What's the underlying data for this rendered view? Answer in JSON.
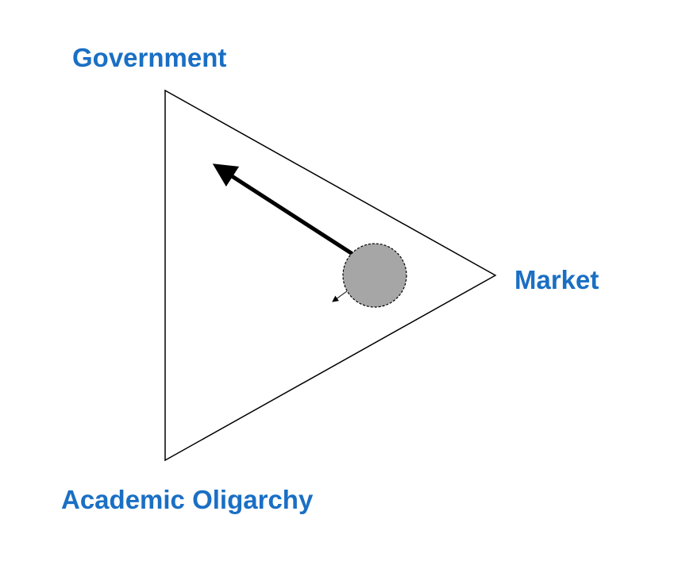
{
  "labels": {
    "government": "Government",
    "market": "Market",
    "academic_oligarchy": "Academic Oligarchy"
  },
  "colors": {
    "label_text": "#1a6fc4",
    "triangle_stroke": "#000000",
    "circle_fill": "#a6a6a6",
    "arrow": "#000000"
  }
}
